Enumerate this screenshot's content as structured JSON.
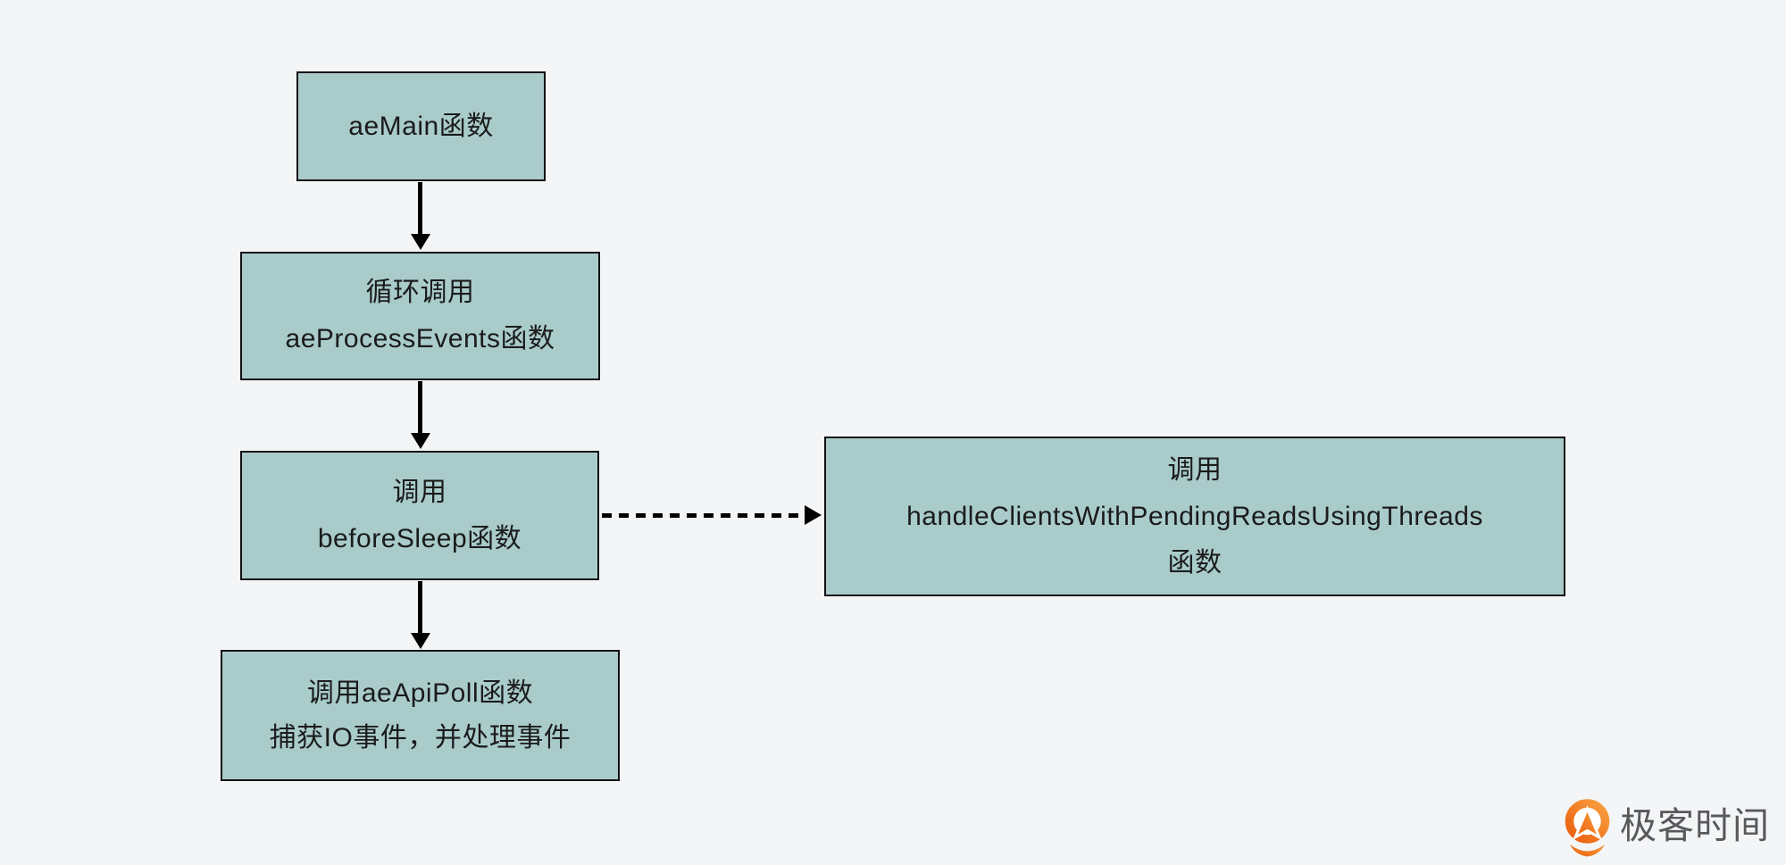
{
  "page": {
    "background_color": "#f3f5f6"
  },
  "diagram": {
    "colors": {
      "node_fill": "#a9cccb",
      "node_border": "#121212",
      "node_text": "#1b1b1b",
      "arrow": "#000000"
    },
    "nodes": [
      {
        "id": "aemain",
        "lines": [
          "aeMain函数"
        ]
      },
      {
        "id": "aeprocessevents",
        "lines": [
          "循环调用",
          "aeProcessEvents函数"
        ]
      },
      {
        "id": "beforesleep",
        "lines": [
          "调用",
          "beforeSleep函数"
        ]
      },
      {
        "id": "aeapipoll",
        "lines": [
          "调用aeApiPoll函数",
          "捕获IO事件，并处理事件"
        ]
      },
      {
        "id": "handleclients",
        "lines": [
          "调用",
          "handleClientsWithPendingReadsUsingThreads",
          "函数"
        ]
      }
    ],
    "edges": [
      {
        "from": "aemain",
        "to": "aeprocessevents",
        "style": "solid"
      },
      {
        "from": "aeprocessevents",
        "to": "beforesleep",
        "style": "solid"
      },
      {
        "from": "beforesleep",
        "to": "aeapipoll",
        "style": "solid"
      },
      {
        "from": "beforesleep",
        "to": "handleclients",
        "style": "dashed"
      }
    ]
  },
  "branding": {
    "logo_text": "极客时间",
    "logo_text_color": "#58595b",
    "logo_orange": "#f0741f"
  }
}
